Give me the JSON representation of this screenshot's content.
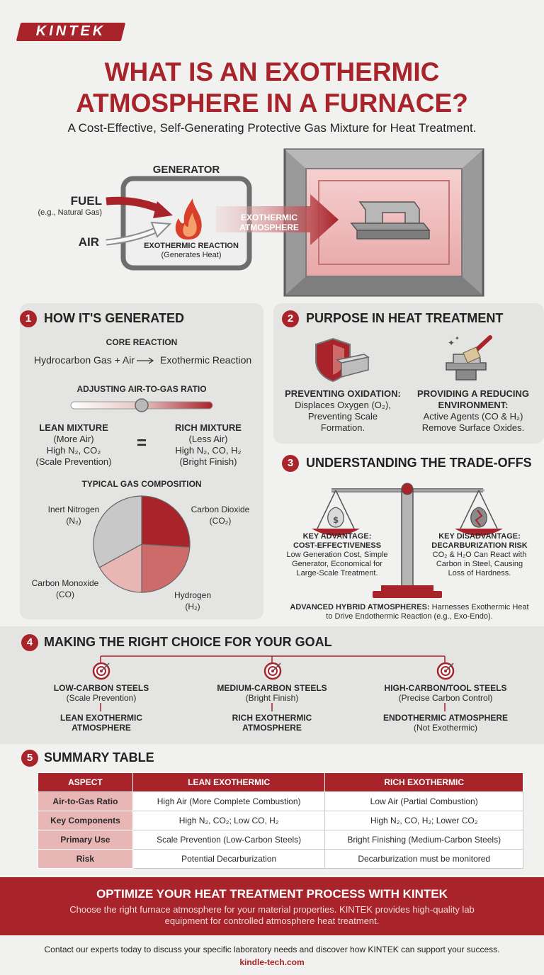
{
  "brand": {
    "logo": "KINTEK"
  },
  "header": {
    "title_line1": "WHAT IS AN EXOTHERMIC",
    "title_line2": "ATMOSPHERE IN A FURNACE?",
    "subtitle": "A Cost-Effective, Self-Generating Protective Gas Mixture for Heat Treatment."
  },
  "diagram": {
    "generator_label": "GENERATOR",
    "fuel_label": "FUEL",
    "fuel_example": "(e.g., Natural Gas)",
    "air_label": "AIR",
    "reaction_label": "EXOTHERMIC REACTION",
    "reaction_note": "(Generates Heat)",
    "output_line1": "EXOTHERMIC",
    "output_line2": "ATMOSPHERE",
    "colors": {
      "accent": "#a8232a",
      "light_red": "#e9b6b6"
    }
  },
  "section1": {
    "number": "1",
    "title": "HOW IT'S GENERATED",
    "core_heading": "CORE REACTION",
    "core_left": "Hydrocarbon Gas + Air",
    "core_right": "Exothermic Reaction",
    "ratio_heading": "ADJUSTING AIR-TO-GAS RATIO",
    "lean_title": "LEAN MIXTURE",
    "lean_air": "(More Air)",
    "lean_comp": "High N₂, CO₂",
    "lean_use": "(Scale Prevention)",
    "equals": "=",
    "rich_title": "RICH MIXTURE",
    "rich_air": "(Less Air)",
    "rich_comp": "High N₂, CO, H₂",
    "rich_use": "(Bright Finish)",
    "comp_heading": "TYPICAL GAS COMPOSITION"
  },
  "chart_data": {
    "type": "pie",
    "labels": [
      {
        "name": "Carbon Dioxide",
        "formula": "(CO₂)"
      },
      {
        "name": "Hydrogen",
        "formula": "(H₂)"
      },
      {
        "name": "Carbon Monoxide",
        "formula": "(CO)"
      },
      {
        "name": "Inert Nitrogen",
        "formula": "(N₂)"
      }
    ],
    "values": [
      26,
      24,
      17,
      33
    ],
    "colors": [
      "#a8232a",
      "#cd6b6b",
      "#e9b6b6",
      "#c8c8c8"
    ]
  },
  "section2": {
    "number": "2",
    "title": "PURPOSE IN HEAT TREATMENT",
    "left_title": "PREVENTING OXIDATION:",
    "left_line1": "Displaces Oxygen (O₂),",
    "left_line2": "Preventing Scale",
    "left_line3": "Formation.",
    "right_title1": "PROVIDING A REDUCING",
    "right_title2": "ENVIRONMENT:",
    "right_line1": "Active Agents (CO & H₂)",
    "right_line2": "Remove Surface Oxides."
  },
  "section3": {
    "number": "3",
    "title": "UNDERSTANDING THE TRADE-OFFS",
    "adv_title1": "KEY ADVANTAGE:",
    "adv_title2": "COST-EFFECTIVENESS",
    "adv_line1": "Low Generation Cost, Simple",
    "adv_line2": "Generator, Economical for",
    "adv_line3": "Large-Scale Treatment.",
    "dis_title1": "KEY DISADVANTAGE:",
    "dis_title2": "DECARBURIZATION RISK",
    "dis_line1": "CO₂ & H₂O Can React with",
    "dis_line2": "Carbon in Steel, Causing",
    "dis_line3": "Loss of Hardness.",
    "hybrid_title": "ADVANCED HYBRID ATMOSPHERES:",
    "hybrid_text1": "Harnesses Exothermic Heat",
    "hybrid_text2": "to Drive Endothermic Reaction (e.g., Exo-Endo)."
  },
  "section4": {
    "number": "4",
    "title": "MAKING THE RIGHT CHOICE FOR YOUR GOAL",
    "choices": [
      {
        "steel": "LOW-CARBON STEELS",
        "goal": "(Scale Prevention)",
        "atm1": "LEAN EXOTHERMIC",
        "atm2": "ATMOSPHERE"
      },
      {
        "steel": "MEDIUM-CARBON STEELS",
        "goal": "(Bright Finish)",
        "atm1": "RICH EXOTHERMIC",
        "atm2": "ATMOSPHERE"
      },
      {
        "steel": "HIGH-CARBON/TOOL STEELS",
        "goal": "(Precise Carbon Control)",
        "atm1": "ENDOTHERMIC ATMOSPHERE",
        "atm2": "(Not Exothermic)"
      }
    ]
  },
  "section5": {
    "number": "5",
    "title": "SUMMARY TABLE",
    "headers": [
      "ASPECT",
      "LEAN EXOTHERMIC",
      "RICH EXOTHERMIC"
    ],
    "rows": [
      [
        "Air-to-Gas Ratio",
        "High Air (More Complete Combustion)",
        "Low Air (Partial Combustion)"
      ],
      [
        "Key Components",
        "High N₂, CO₂; Low CO, H₂",
        "High N₂, CO, H₂; Lower CO₂"
      ],
      [
        "Primary Use",
        "Scale Prevention (Low-Carbon Steels)",
        "Bright Finishing (Medium-Carbon Steels)"
      ],
      [
        "Risk",
        "Potential Decarburization",
        "Decarburization must be monitored"
      ]
    ]
  },
  "footer": {
    "cta_title": "OPTIMIZE YOUR HEAT TREATMENT PROCESS WITH KINTEK",
    "cta_line1": "Choose the right furnace atmosphere for your material properties. KINTEK provides high-quality lab",
    "cta_line2": "equipment for controlled atmosphere heat treatment.",
    "contact": "Contact our experts today to discuss your specific laboratory needs and discover how KINTEK can support your success.",
    "website": "kindle-tech.com"
  }
}
